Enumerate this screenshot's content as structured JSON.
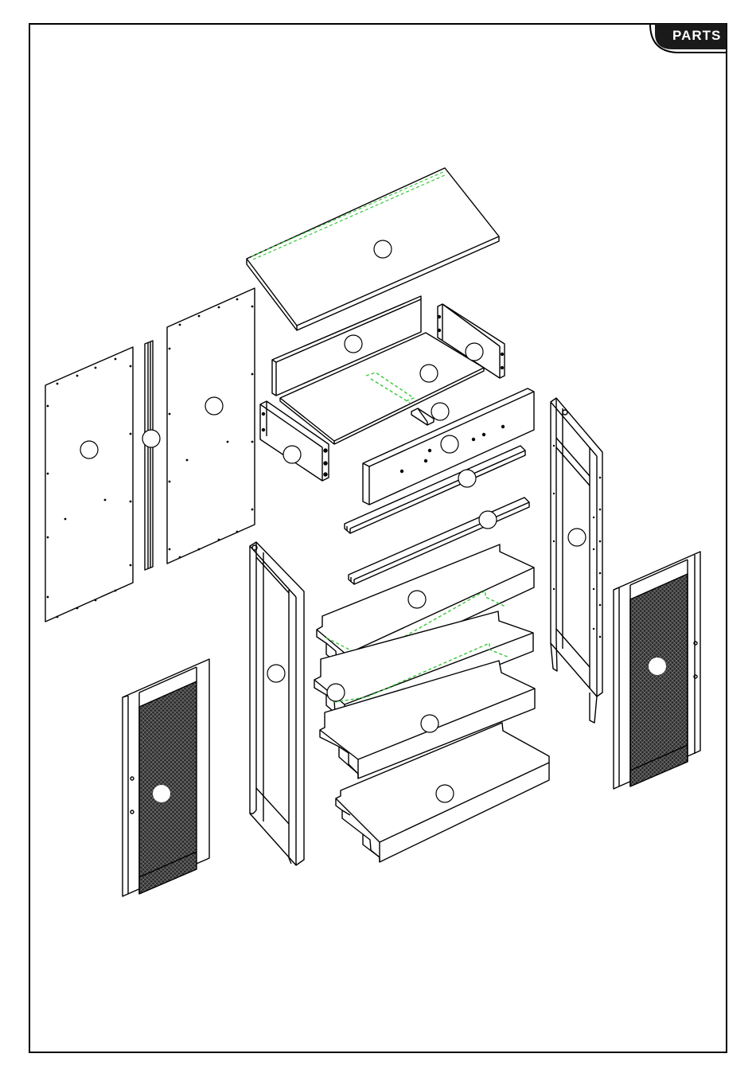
{
  "header": {
    "section_tab": "PARTS",
    "tab_color": "#1a1a1a",
    "tab_text_color": "#ffffff"
  },
  "diagram": {
    "line_color": "#000000",
    "panel_fill": "#ffffff",
    "guide_color": "#37c837",
    "mesh_color": "#2b2b2b",
    "callouts": [
      {
        "part": "top-panel",
        "label": "",
        "filled": false
      },
      {
        "part": "back-rail",
        "label": "",
        "filled": false
      },
      {
        "part": "side-rail-right",
        "label": "",
        "filled": false
      },
      {
        "part": "drawer-bottom",
        "label": "",
        "filled": false
      },
      {
        "part": "center-runner",
        "label": "",
        "filled": false
      },
      {
        "part": "side-rail-left",
        "label": "",
        "filled": false
      },
      {
        "part": "front-rail",
        "label": "",
        "filled": false
      },
      {
        "part": "upper-cross-rail",
        "label": "",
        "filled": false
      },
      {
        "part": "lower-cross-rail",
        "label": "",
        "filled": false
      },
      {
        "part": "back-panel-left",
        "label": "",
        "filled": false
      },
      {
        "part": "back-mullion",
        "label": "",
        "filled": false
      },
      {
        "part": "back-panel-right",
        "label": "",
        "filled": false
      },
      {
        "part": "side-frame-right",
        "label": "",
        "filled": false
      },
      {
        "part": "side-frame-left",
        "label": "",
        "filled": false
      },
      {
        "part": "shelf-1",
        "label": "",
        "filled": false
      },
      {
        "part": "shelf-2",
        "label": "",
        "filled": false
      },
      {
        "part": "shelf-3",
        "label": "",
        "filled": false
      },
      {
        "part": "bottom-panel",
        "label": "",
        "filled": false
      },
      {
        "part": "door-left",
        "label": "",
        "filled": true
      },
      {
        "part": "door-right",
        "label": "",
        "filled": true
      }
    ]
  }
}
